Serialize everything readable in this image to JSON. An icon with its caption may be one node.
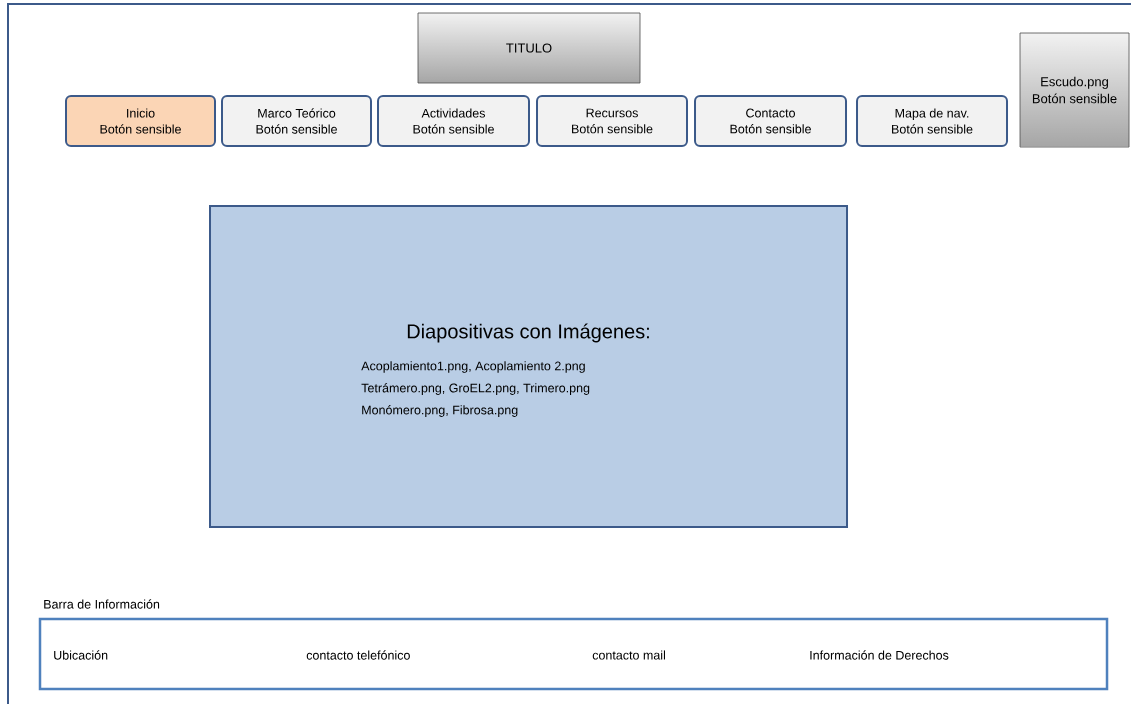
{
  "diagram": {
    "nodes": [
      {
        "text": [
          "TITULO"
        ]
      },
      {
        "text": [
          "Inicio",
          "Botón sensible"
        ]
      },
      {
        "text": [
          "Marco Teórico",
          "Botón sensible"
        ]
      },
      {
        "text": [
          "Actividades",
          "Botón sensible"
        ]
      },
      {
        "text": [
          "Recursos",
          "Botón sensible"
        ]
      },
      {
        "text": [
          "Contacto",
          "Botón sensible"
        ]
      },
      {
        "text": [
          "Mapa de nav.",
          "Botón sensible"
        ]
      },
      {
        "text": [
          "Escudo.png",
          "Botón sensible"
        ]
      },
      {
        "text": [
          "Diapositivas con Imágenes:",
          "Acoplamiento1.png, Acoplamiento 2.png",
          "Tetrámero.png, GroEL2.png, Trimero.png",
          "Monómero.png, Fibrosa.png"
        ]
      },
      {
        "text": [
          "Barra de Información",
          "Ubicación",
          "contacto telefónico",
          "contacto mail",
          "Información de Derechos"
        ]
      }
    ]
  }
}
